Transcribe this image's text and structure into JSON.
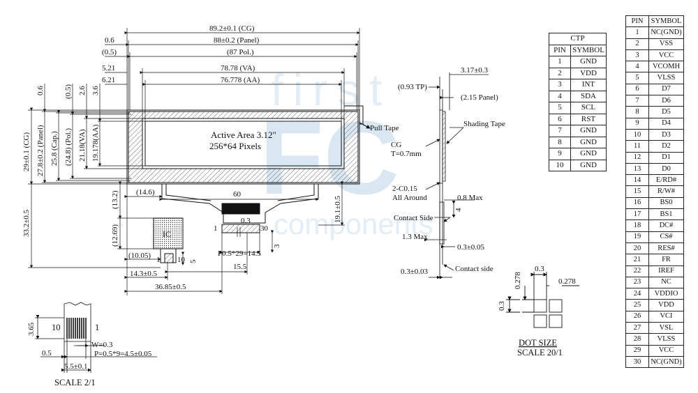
{
  "panel": {
    "active_area_line1": "Active Area 3.12\"",
    "active_area_line2": "256*64 Pixels",
    "ic_label": "IC"
  },
  "top_dims": {
    "d1": "89.2±0.1 (CG)",
    "d2": "88±0.2 (Panel)",
    "d3": "(87 Pol.)",
    "d4": "78.78 (VA)",
    "d5": "76.778 (AA)",
    "l1": "0.6",
    "l2": "(0.5)",
    "l3": "5.21",
    "l4": "6.21"
  },
  "left_dims": {
    "v1": "29±0.1 (CG)",
    "v2": "27.8±0.2 (Panel)",
    "v3": "25.8 (Cap.)",
    "v4": "(24.8) (Pol.)",
    "v5": "21.18(VA)",
    "v6": "19.178(AA)",
    "t1": "0.6",
    "t2": "(0.5)",
    "t3": "2.6",
    "t4": "3.6",
    "h1": "33.2±0.5",
    "h2": "(13.2)",
    "h3": "(12.69)"
  },
  "bottom_dims": {
    "b1": "(14.6)",
    "b2": "60",
    "b3": "19.1±0.5",
    "b4": "0.3",
    "b5": "P0.5*29=14.5",
    "b6": "15.5",
    "b7": "(10.05)",
    "b8": "14.3±0.5",
    "b9": "36.85±0.5",
    "b10": "3",
    "b11": "5",
    "fpc_pin1": "1",
    "fpc_pin30": "30",
    "tail_pin1": "1",
    "tail_pin10": "10"
  },
  "side_view": {
    "s1": "3.17±0.3",
    "s2": "(0.93 TP)",
    "s3": "(2.15 Panel)",
    "pull_tape": "Pull Tape",
    "shading_tape": "Shading Tape",
    "cg": "CG",
    "cg_thick": "T=0.7mm",
    "chamfer": "2-C0.15",
    "all_around": "All Around",
    "max1": "0.8 Max",
    "num4": "4",
    "contact_side": "Contact Side",
    "max2": "1.3 Max",
    "s4": "0.3±0.05",
    "s5": "0.3±0.03",
    "contact_side2": "Contact side"
  },
  "dot": {
    "d1": "0.278",
    "d2": "0.3",
    "d3": "0.278",
    "d4": "0.3",
    "title": "DOT SIZE",
    "scale": "SCALE 20/1"
  },
  "fpc_detail": {
    "h": "3.65",
    "pin10": "10",
    "pin1": "1",
    "w": "W=0.3",
    "p": "P=0.5*9=4.5±0.05",
    "left": "0.5",
    "width": "5.5±0.1",
    "scale": "SCALE 2/1"
  },
  "watermark": {
    "line1": "first",
    "line2": "FC",
    "line3": "components"
  },
  "ctp_table": {
    "title": "CTP",
    "h1": "PIN",
    "h2": "SYMBOL",
    "rows": [
      [
        "1",
        "GND"
      ],
      [
        "2",
        "VDD"
      ],
      [
        "3",
        "INT"
      ],
      [
        "4",
        "SDA"
      ],
      [
        "5",
        "SCL"
      ],
      [
        "6",
        "RST"
      ],
      [
        "7",
        "GND"
      ],
      [
        "8",
        "GND"
      ],
      [
        "9",
        "GND"
      ],
      [
        "10",
        "GND"
      ]
    ]
  },
  "pin_table": {
    "h1": "PIN",
    "h2": "SYMBOL",
    "rows": [
      [
        "1",
        "NC(GND)"
      ],
      [
        "2",
        "VSS"
      ],
      [
        "3",
        "VCC"
      ],
      [
        "4",
        "VCOMH"
      ],
      [
        "5",
        "VLSS"
      ],
      [
        "6",
        "D7"
      ],
      [
        "7",
        "D6"
      ],
      [
        "8",
        "D5"
      ],
      [
        "9",
        "D4"
      ],
      [
        "10",
        "D3"
      ],
      [
        "11",
        "D2"
      ],
      [
        "12",
        "D1"
      ],
      [
        "13",
        "D0"
      ],
      [
        "14",
        "E/RD#"
      ],
      [
        "15",
        "R/W#"
      ],
      [
        "16",
        "BS0"
      ],
      [
        "17",
        "BS1"
      ],
      [
        "18",
        "DC#"
      ],
      [
        "19",
        "CS#"
      ],
      [
        "20",
        "RES#"
      ],
      [
        "21",
        "FR"
      ],
      [
        "22",
        "IREF"
      ],
      [
        "23",
        "NC"
      ],
      [
        "24",
        "VDDIO"
      ],
      [
        "25",
        "VDD"
      ],
      [
        "26",
        "VCI"
      ],
      [
        "27",
        "VSL"
      ],
      [
        "28",
        "VLSS"
      ],
      [
        "29",
        "VCC"
      ],
      [
        "30",
        "NC(GND)"
      ]
    ]
  }
}
